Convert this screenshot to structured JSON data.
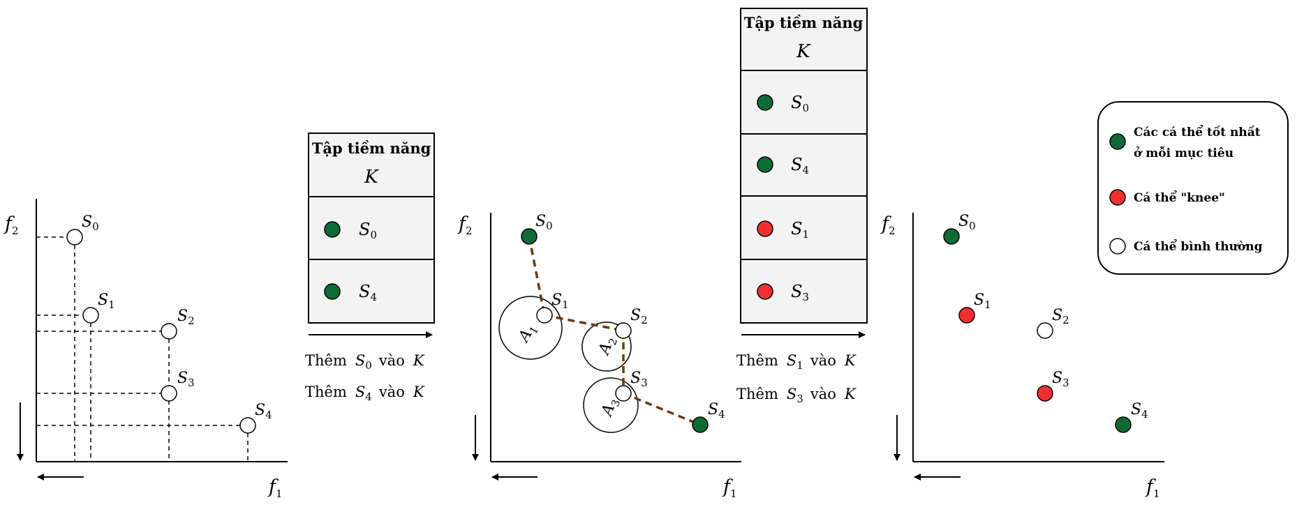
{
  "colors": {
    "best": "#0f6b36",
    "knee": "#f03030",
    "normal": "#ffffff",
    "panel": "#f3f3f3",
    "dash_link": "#6b3a10"
  },
  "axes": {
    "f1": "f",
    "f1_sub": "1",
    "f2": "f",
    "f2_sub": "2"
  },
  "points": {
    "s0": {
      "sym": "S",
      "sub": "0"
    },
    "s1": {
      "sym": "S",
      "sub": "1"
    },
    "s2": {
      "sym": "S",
      "sub": "2"
    },
    "s3": {
      "sym": "S",
      "sub": "3"
    },
    "s4": {
      "sym": "S",
      "sub": "4"
    }
  },
  "angles": {
    "a1": {
      "sym": "A",
      "sub": "1"
    },
    "a2": {
      "sym": "A",
      "sub": "2"
    },
    "a3": {
      "sym": "A",
      "sub": "3"
    }
  },
  "set_box_1": {
    "title": "Tập tiềm năng",
    "symbol": "K",
    "rows": [
      {
        "sym": "S",
        "sub": "0"
      },
      {
        "sym": "S",
        "sub": "4"
      }
    ],
    "captions": [
      {
        "prefix": "Thêm",
        "sym": "S",
        "sub": "0",
        "mid": "vào",
        "target": "K"
      },
      {
        "prefix": "Thêm",
        "sym": "S",
        "sub": "4",
        "mid": "vào",
        "target": "K"
      }
    ]
  },
  "set_box_2": {
    "title": "Tập tiềm năng",
    "symbol": "K",
    "rows": [
      {
        "sym": "S",
        "sub": "0"
      },
      {
        "sym": "S",
        "sub": "4"
      },
      {
        "sym": "S",
        "sub": "1"
      },
      {
        "sym": "S",
        "sub": "3"
      }
    ],
    "captions": [
      {
        "prefix": "Thêm",
        "sym": "S",
        "sub": "1",
        "mid": "vào",
        "target": "K"
      },
      {
        "prefix": "Thêm",
        "sym": "S",
        "sub": "3",
        "mid": "vào",
        "target": "K"
      }
    ]
  },
  "legend": {
    "best_line1": "Các cá thể tốt nhất",
    "best_line2": "ở mỗi mục tiêu",
    "knee": "Cá thể \"knee\"",
    "normal": "Cá thể bình thường"
  }
}
